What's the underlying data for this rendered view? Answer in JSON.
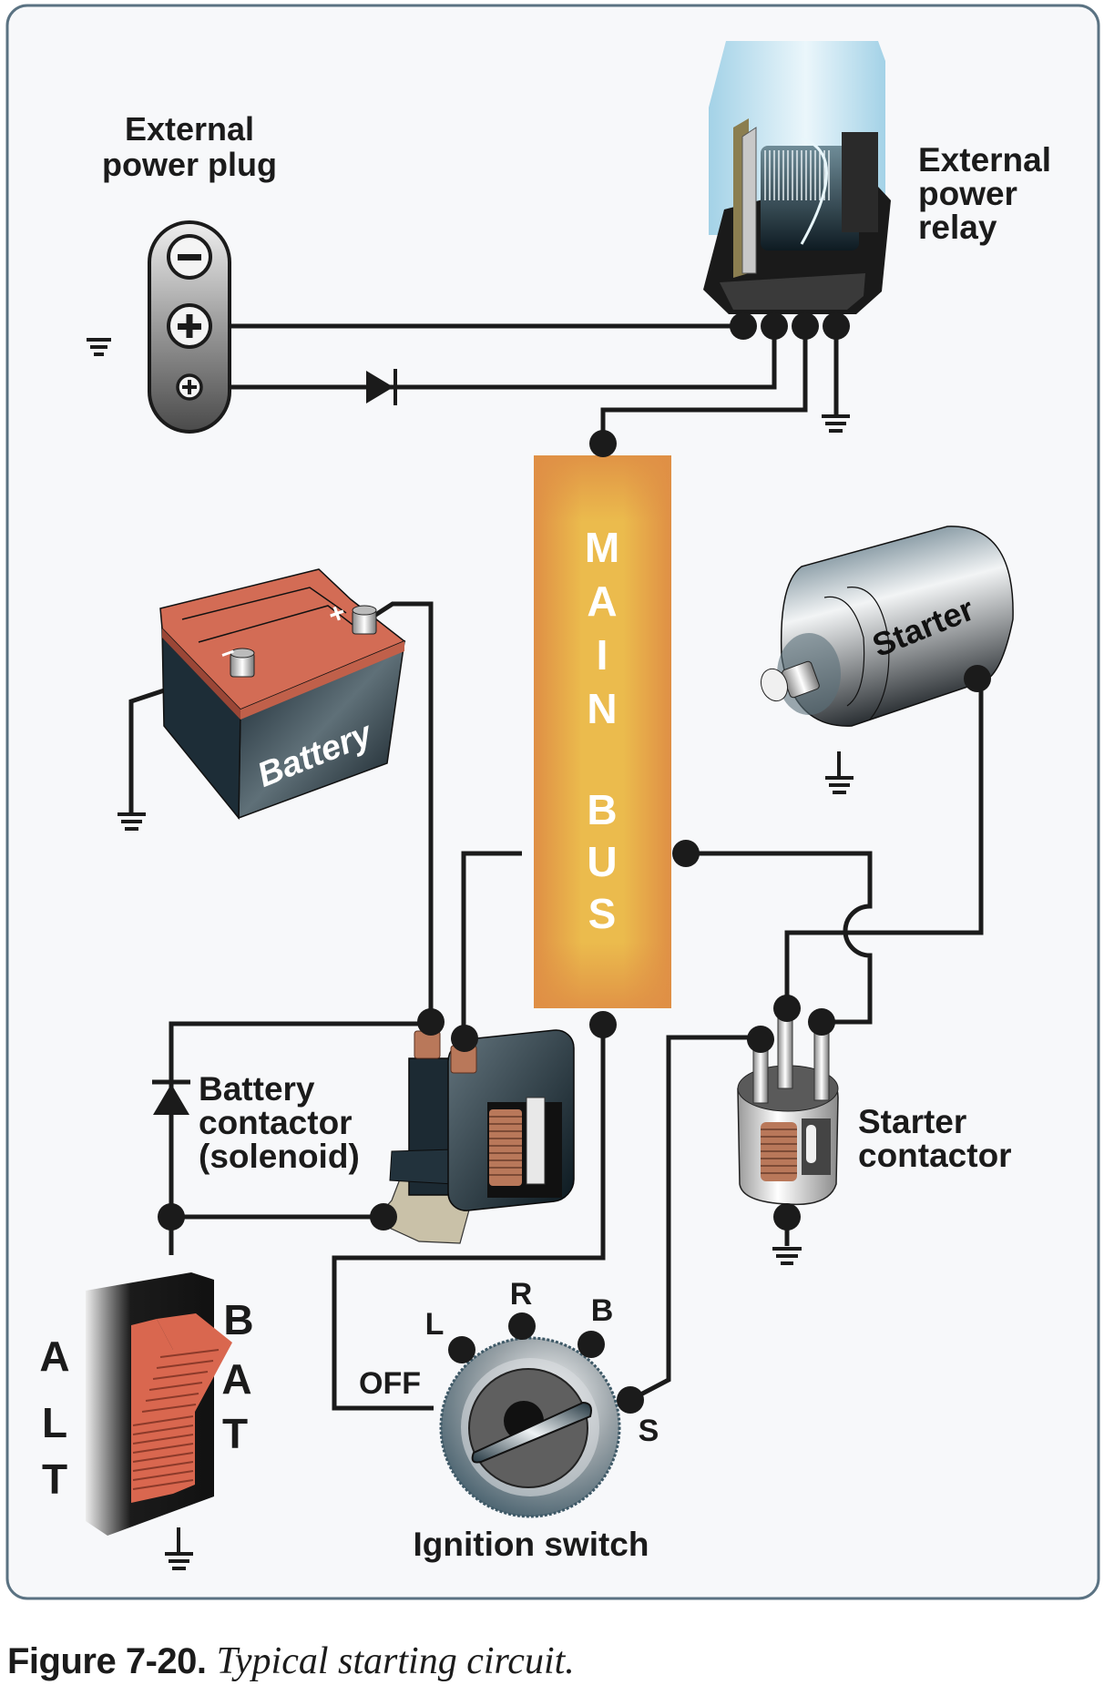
{
  "figure": {
    "number_label": "Figure 7-20.",
    "caption": "Typical starting circuit."
  },
  "components": {
    "external_power_plug": {
      "label_line1": "External",
      "label_line2": "power plug",
      "terminals": [
        "negative",
        "positive",
        "small-positive"
      ]
    },
    "external_power_relay": {
      "label_line1": "External",
      "label_line2": "power",
      "label_line3": "relay"
    },
    "main_bus": {
      "letters": [
        "M",
        "A",
        "I",
        "N",
        "B",
        "U",
        "S"
      ],
      "color": "#E8B24A"
    },
    "battery": {
      "label": "Battery",
      "positive_mark": "+",
      "negative_mark": "−",
      "top_color": "#D36C55"
    },
    "starter": {
      "label": "Starter"
    },
    "battery_contactor": {
      "label_line1": "Battery",
      "label_line2": "contactor",
      "label_line3": "(solenoid)"
    },
    "starter_contactor": {
      "label_line1": "Starter",
      "label_line2": "contactor"
    },
    "master_switch": {
      "left_letters": [
        "A",
        "L",
        "T"
      ],
      "right_letters": [
        "B",
        "A",
        "T"
      ],
      "rocker_color": "#D9674F"
    },
    "ignition_switch": {
      "label": "Ignition switch",
      "positions": {
        "off": "OFF",
        "l": "L",
        "r": "R",
        "b": "B",
        "s": "S"
      }
    }
  },
  "colors": {
    "frame_border": "#5A7282",
    "frame_bg": "#F7F8FA",
    "wire": "#1B1B1B"
  }
}
